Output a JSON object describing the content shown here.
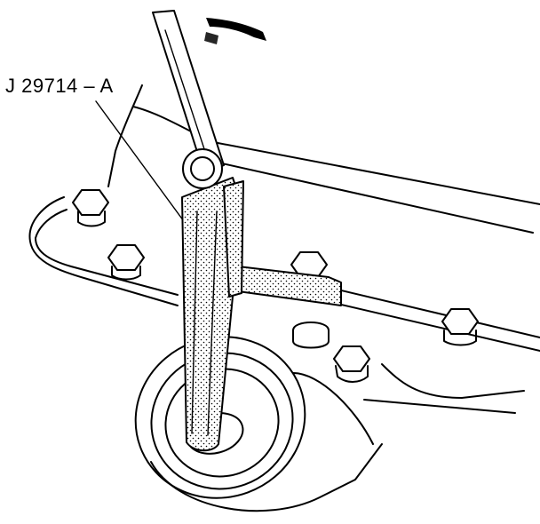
{
  "figure": {
    "callout_label": "J 29714 – A"
  },
  "parts": {
    "tool": "wrench-tool",
    "pulley": "pulley",
    "bolts": [
      "bolt",
      "bolt",
      "bolt",
      "bolt",
      "bolt",
      "bolt"
    ]
  },
  "colors": {
    "line": "#000000",
    "background": "#ffffff"
  }
}
